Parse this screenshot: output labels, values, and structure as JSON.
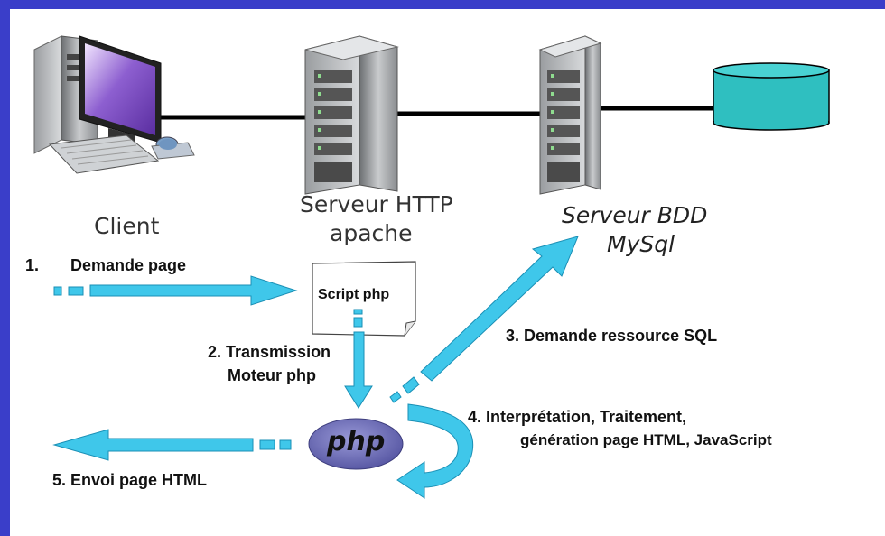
{
  "nodes": {
    "client": "Client",
    "http_server_line1": "Serveur HTTP",
    "http_server_line2": "apache",
    "db_server_line1": "Serveur BDD",
    "db_server_line2": "MySql",
    "script_doc": "Script php",
    "php_logo": "php"
  },
  "steps": {
    "step1_number": "1.",
    "step1_label": "Demande page",
    "step2_line1": "2. Transmission",
    "step2_line2": "Moteur php",
    "step3": "3. Demande ressource SQL",
    "step4_line1": "4. Interprétation, Traitement,",
    "step4_line2": "génération page HTML, JavaScript",
    "step5": "5. Envoi page HTML"
  },
  "colors": {
    "frame": "#3a3ec9",
    "arrow_fill": "#3fc7ea",
    "arrow_stroke": "#1a8fb5",
    "database": "#2fbfc0",
    "php_logo": "#6b6bb8"
  }
}
